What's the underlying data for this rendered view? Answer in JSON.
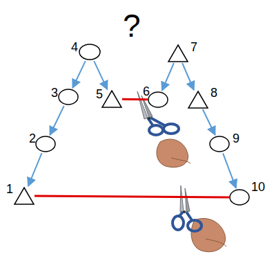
{
  "diagram": {
    "nodes": [
      {
        "text": [
          "1"
        ]
      },
      {
        "text": [
          "2"
        ]
      },
      {
        "text": [
          "3"
        ]
      },
      {
        "text": [
          "4"
        ]
      },
      {
        "text": [
          "5"
        ]
      },
      {
        "text": [
          "6"
        ]
      },
      {
        "text": [
          "7"
        ]
      },
      {
        "text": [
          "8"
        ]
      },
      {
        "text": [
          "9"
        ]
      },
      {
        "text": [
          "10"
        ]
      }
    ],
    "edges": [
      {
        "from": 3,
        "to": 2,
        "arrow": "to"
      },
      {
        "from": 3,
        "to": 4,
        "arrow": "to"
      },
      {
        "from": 2,
        "to": 1,
        "arrow": "to"
      },
      {
        "from": 1,
        "to": 0,
        "arrow": "to"
      },
      {
        "from": 6,
        "to": 5,
        "arrow": "to"
      },
      {
        "from": 6,
        "to": 7,
        "arrow": "to"
      },
      {
        "from": 7,
        "to": 8,
        "arrow": "to"
      },
      {
        "from": 8,
        "to": 9,
        "arrow": "to"
      },
      {
        "from": 4,
        "to": 5,
        "arrow": "none"
      },
      {
        "from": 0,
        "to": 9,
        "arrow": "none"
      }
    ],
    "labels": [
      "?"
    ]
  }
}
